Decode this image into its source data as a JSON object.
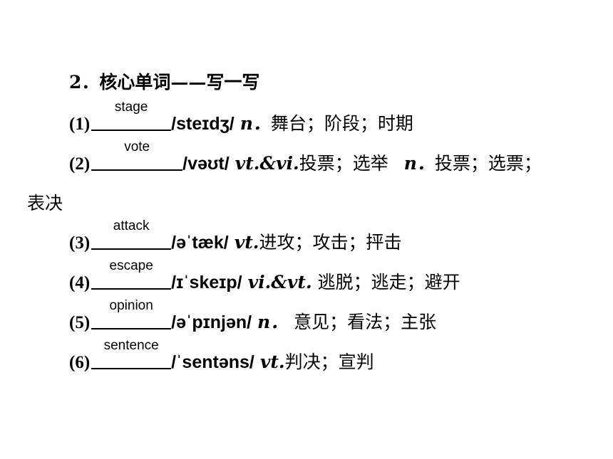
{
  "heading": "2．核心单词——写一写",
  "items": [
    {
      "num": "(1)",
      "answer": "stage",
      "phonetic": "/steɪdʒ/",
      "pos": "n．",
      "meaning": "舞台；阶段；时期"
    },
    {
      "num": "(2)",
      "answer": "vote",
      "phonetic": "/vəʊt/",
      "pos": "vt.&vi.",
      "meaning": "投票；选举",
      "pos2": "n．",
      "meaning2": "投票；选票；",
      "continuation": "表决"
    },
    {
      "num": "(3)",
      "answer": "attack",
      "phonetic": "/əˈtæk/",
      "pos": "vt.",
      "meaning": "进攻；攻击；抨击"
    },
    {
      "num": "(4)",
      "answer": "escape",
      "phonetic": "/ɪˈskeɪp/",
      "pos": "vi.&vt.",
      "meaning": "逃脱；逃走；避开"
    },
    {
      "num": "(5)",
      "answer": "opinion",
      "phonetic": "/əˈpɪnjən/",
      "pos": "n．",
      "meaning": "意见；看法；主张"
    },
    {
      "num": "(6)",
      "answer": "sentence",
      "phonetic": "/ˈsentəns/",
      "pos": "vt.",
      "meaning": "判决；宣判"
    }
  ]
}
